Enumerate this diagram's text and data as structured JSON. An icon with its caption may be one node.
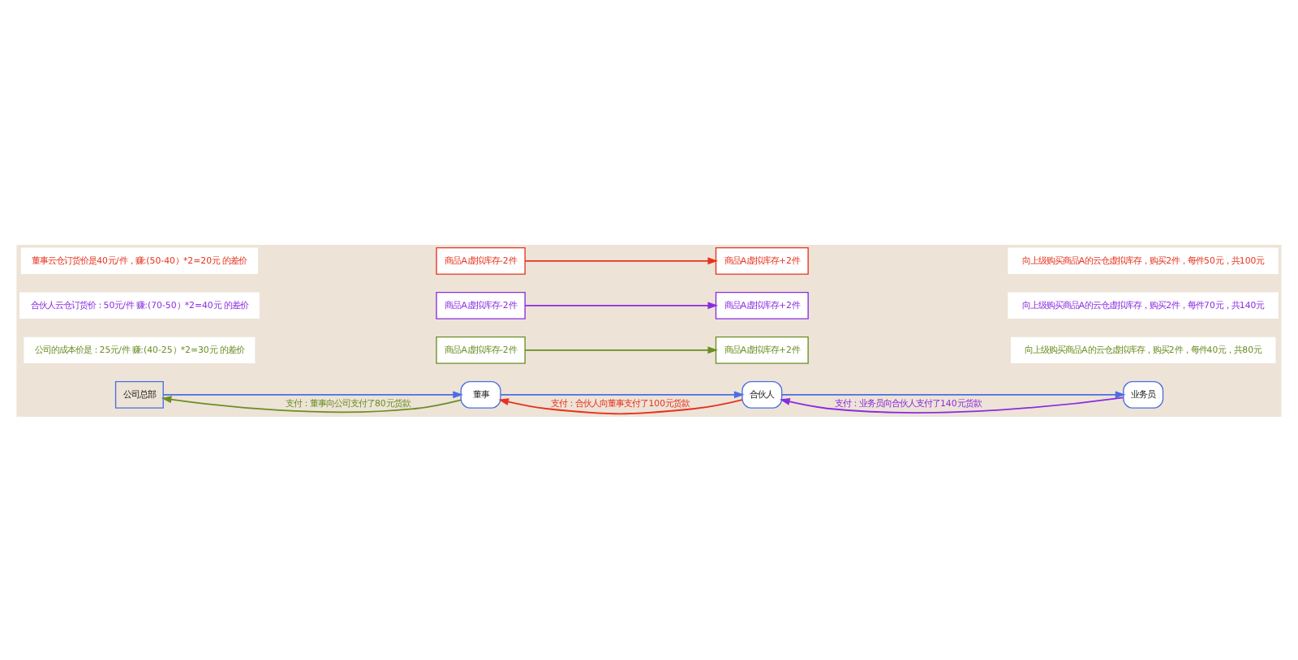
{
  "diagram": {
    "nodes": [
      {
        "text": [
          "公司总部"
        ]
      },
      {
        "text": [
          "董事"
        ]
      },
      {
        "text": [
          "合伙人"
        ]
      },
      {
        "text": [
          "业务员"
        ]
      },
      {
        "text": [
          "商品A虚拟库存-2件"
        ]
      },
      {
        "text": [
          "商品A虚拟库存+2件"
        ]
      },
      {
        "text": [
          "商品A虚拟库存-2件"
        ]
      },
      {
        "text": [
          "商品A虚拟库存+2件"
        ]
      },
      {
        "text": [
          "商品A虚拟库存-2件"
        ]
      },
      {
        "text": [
          "商品A虚拟库存+2件"
        ]
      }
    ],
    "edges": [
      {
        "from": 0,
        "to": 1,
        "arrow": "to"
      },
      {
        "from": 1,
        "to": 2,
        "arrow": "to"
      },
      {
        "from": 2,
        "to": 3,
        "arrow": "to"
      },
      {
        "from": 1,
        "to": 0,
        "arrow": "to",
        "label": "支付：董事向公司支付了80元货款",
        "color": "#6b8e23"
      },
      {
        "from": 4,
        "to": 5,
        "arrow": "to",
        "color": "#6b8e23"
      },
      {
        "from": 3,
        "to": 2,
        "arrow": "to",
        "label": "支付：业务员向合伙人支付了140元货款",
        "color": "#8a2be2"
      },
      {
        "from": 6,
        "to": 7,
        "arrow": "to",
        "color": "#8a2be2"
      },
      {
        "from": 2,
        "to": 1,
        "arrow": "to",
        "label": "支付：合伙人向董事支付了100元货款",
        "color": "#e8321e"
      },
      {
        "from": 8,
        "to": 9,
        "arrow": "to",
        "color": "#e8321e"
      }
    ],
    "labels": [
      "公司的成本价是：25元/件 赚:(40-25）*2=30元 的差价",
      "向上级购买商品A的云仓虚拟库存，购买2件，每件40元，共80元",
      "合伙人云仓订货价：50元/件 赚:(70-50）*2=40元 的差价",
      "向上级购买商品A的云仓虚拟库存，购买2件，每件70元，共140元",
      "董事云仓订货价是40元/件，赚:(50-40）*2=20元 的差价",
      "向上级购买商品A的云仓虚拟库存，购买2件，每件50元，共100元"
    ]
  }
}
